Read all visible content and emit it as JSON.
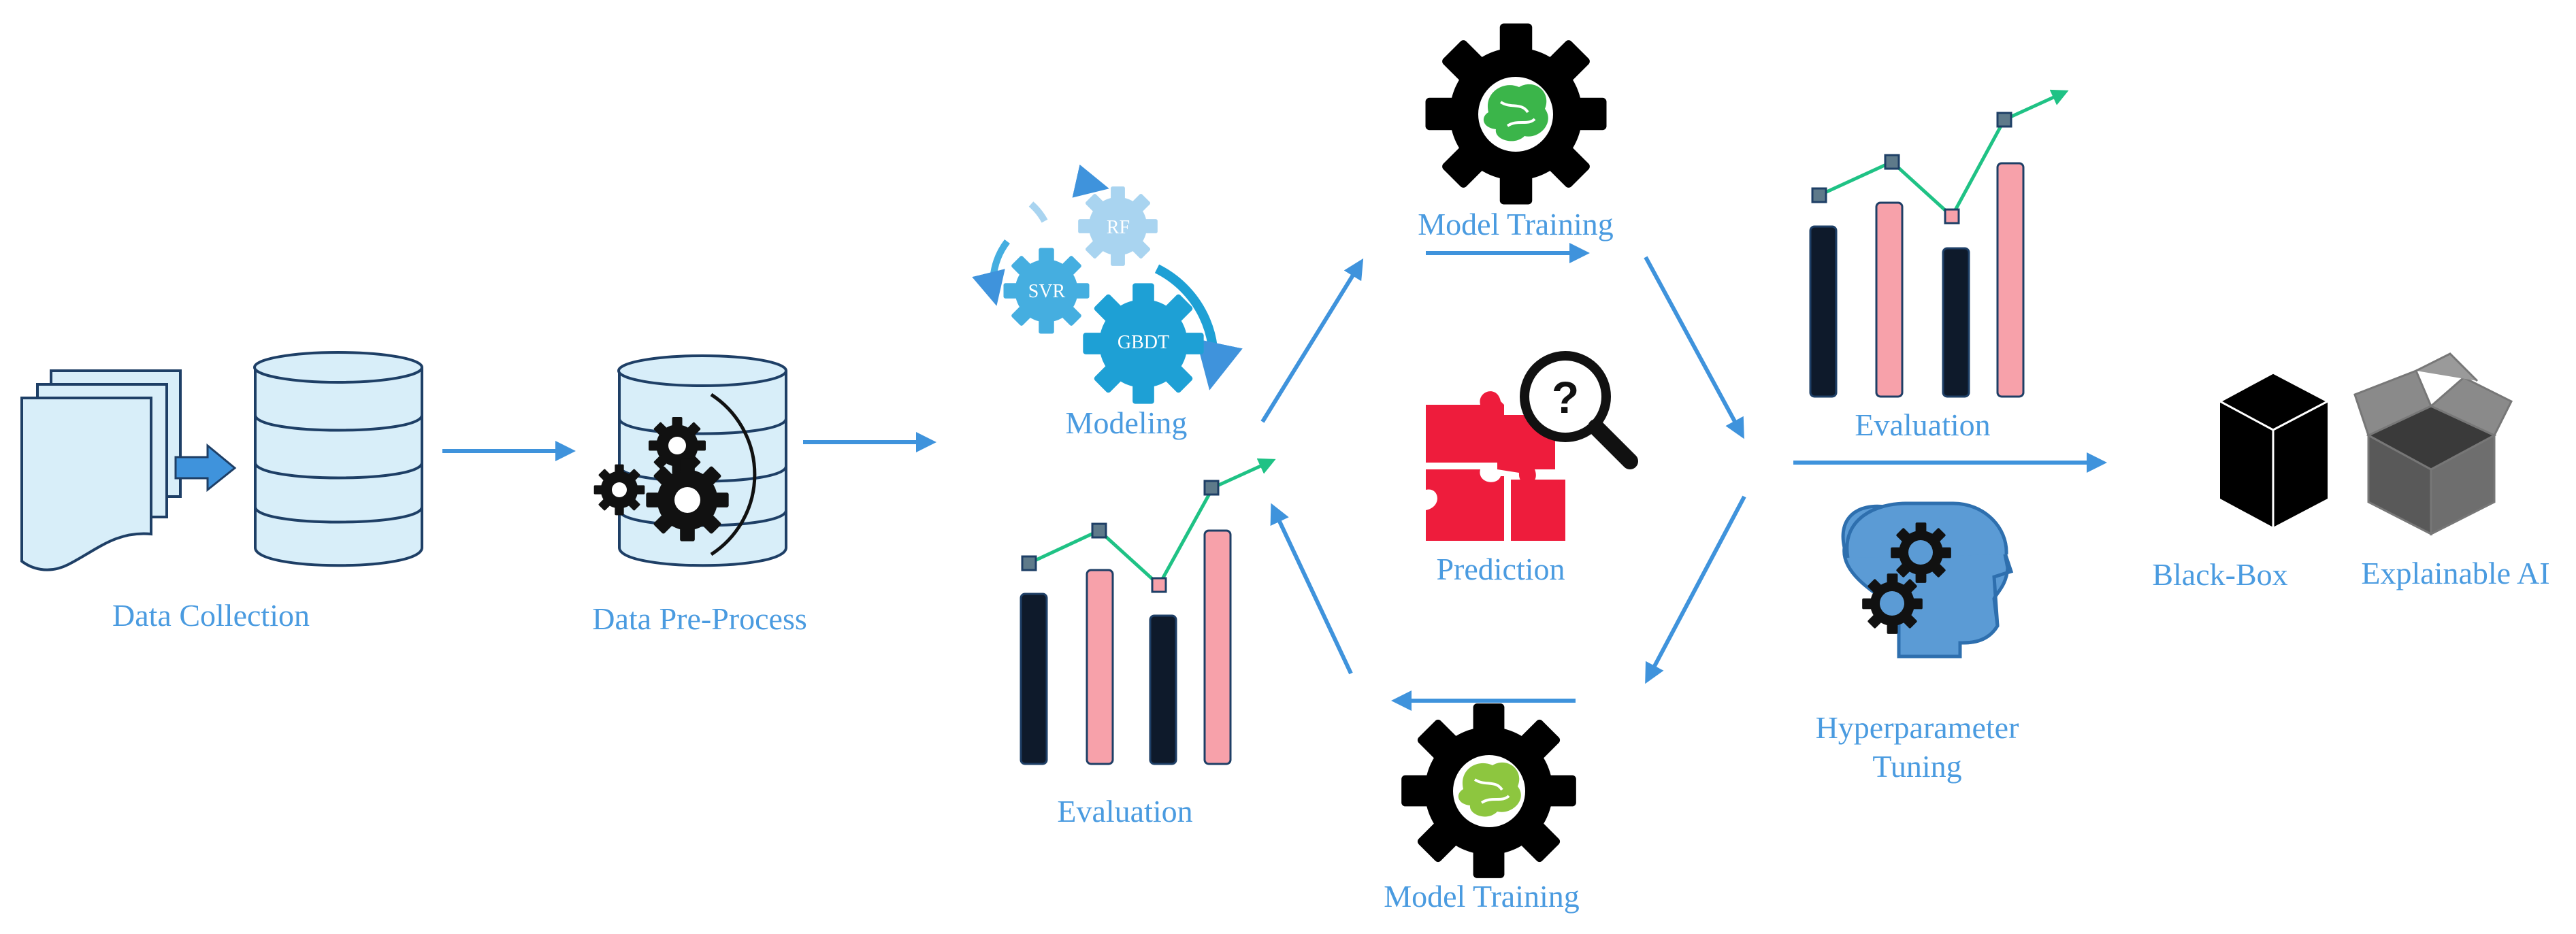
{
  "labels": {
    "data_collection": "Data Collection",
    "data_preprocess": "Data Pre-Process",
    "modeling": "Modeling",
    "model_training_top": "Model Training",
    "model_training_bottom": "Model Training",
    "prediction": "Prediction",
    "evaluation_top": "Evaluation",
    "evaluation_bottom": "Evaluation",
    "hyperparameter_line1": "Hyperparameter",
    "hyperparameter_line2": "Tuning",
    "black_box": "Black-Box",
    "explainable_ai": "Explainable AI"
  },
  "gear_labels": {
    "rf": "RF",
    "svr": "SVR",
    "gbdt": "GBDT"
  },
  "colors": {
    "arrow": "#3f93dc",
    "text": "#4a9be0",
    "dark_bar": "#0e1a2b",
    "pink_bar": "#f7a1aa",
    "trend_line": "#1fc285",
    "puzzle": "#ee1c3c",
    "head": "#5b9bd5",
    "light_blue": "#d8eef9"
  },
  "icons": [
    "document-stack-icon",
    "database-icon",
    "database-gears-icon",
    "modeling-gears-icon",
    "brain-gear-icon",
    "bar-chart-icon",
    "puzzle-magnifier-icon",
    "head-gears-icon",
    "black-cube-icon",
    "open-box-icon"
  ]
}
